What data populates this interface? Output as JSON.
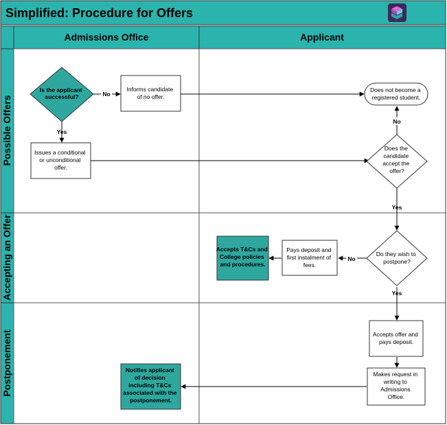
{
  "title": "Simplified: Procedure for Offers",
  "logo_icon": "stacked-cubes-logo-icon",
  "colors": {
    "header_bg": "#2bb4ad",
    "teal_fill": "#2ea89f",
    "border": "#333333",
    "grid": "#555555"
  },
  "columns": [
    "Admissions Office",
    "Applicant"
  ],
  "lanes": [
    "Possible Offers",
    "Accepting an Offer",
    "Postponement"
  ],
  "nodes": {
    "is_successful": [
      "Is the applicant",
      "successful?"
    ],
    "informs_no_offer": [
      "Informs candidate",
      "of no offer."
    ],
    "not_registered": [
      "Does not become a",
      "registered student."
    ],
    "issues_offer": [
      "Issues a conditional",
      "or unconditional",
      "offer."
    ],
    "accept_offer": [
      "Does the",
      "candidate",
      "accept the",
      "offer?"
    ],
    "wish_postpone": [
      "Do they wish to",
      "postpone?"
    ],
    "pays_deposit_fees": [
      "Pays deposit and",
      "first instalment of",
      "fees."
    ],
    "accepts_tcs": [
      "Accepts T&Cs and",
      "College policies",
      "and procedures."
    ],
    "accepts_offer_deposit": [
      "Accepts offer and",
      "pays deposit."
    ],
    "makes_request": [
      "Makes request in",
      "writing to",
      "Admissions",
      "Office."
    ],
    "notifies_applicant": [
      "Notifies applicant",
      "of decision",
      "including T&Cs",
      "associated with the",
      "postponement."
    ]
  },
  "edge_labels": {
    "no_1": "No",
    "yes_1": "Yes",
    "no_2": "No",
    "yes_2": "Yes",
    "no_3": "No",
    "yes_3": "Yes"
  }
}
